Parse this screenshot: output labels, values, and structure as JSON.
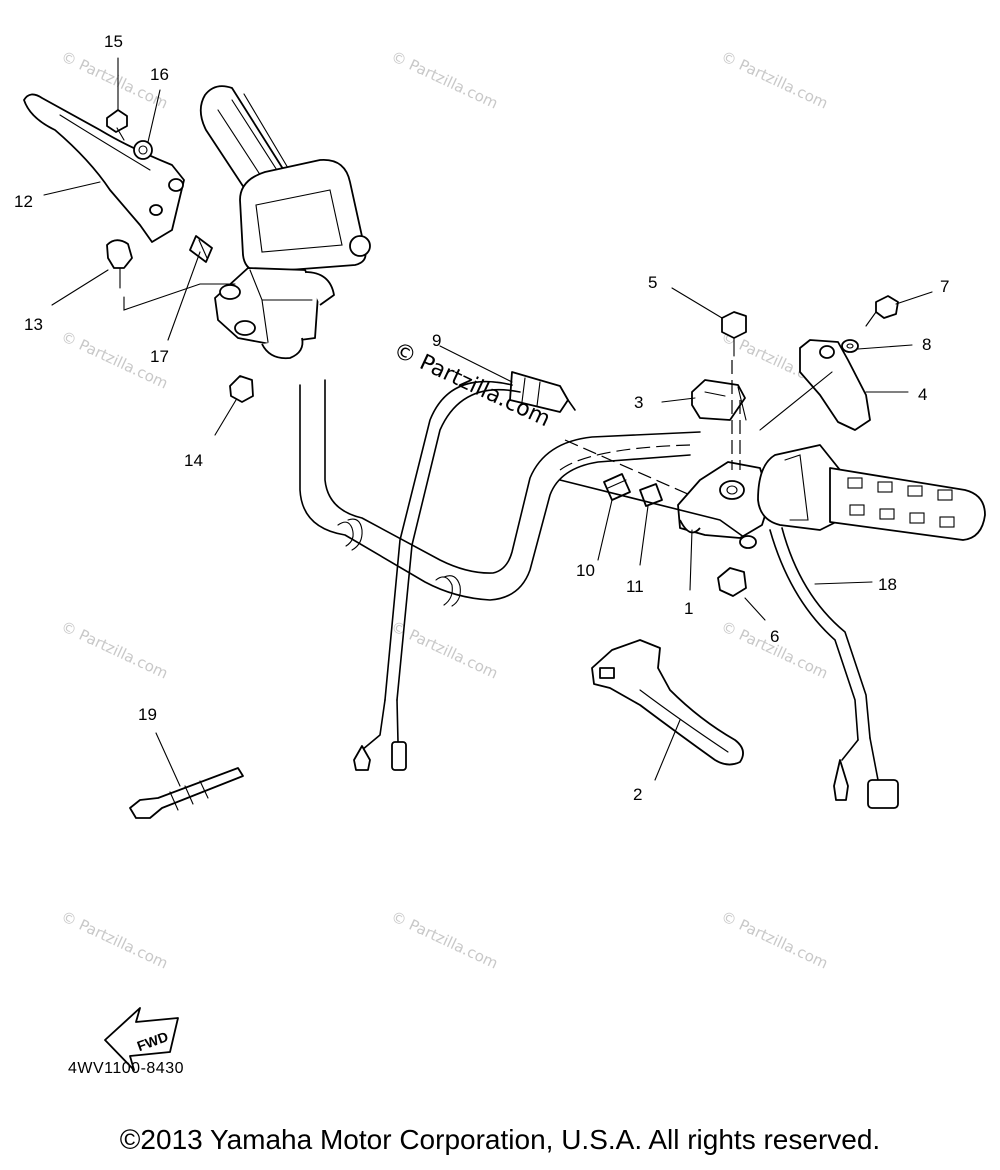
{
  "callouts": [
    "1",
    "2",
    "3",
    "4",
    "5",
    "6",
    "7",
    "8",
    "9",
    "10",
    "11",
    "12",
    "13",
    "14",
    "15",
    "16",
    "17",
    "18",
    "19"
  ],
  "watermark": "© Partzilla.com",
  "diagram_code": "4WV1100-8430",
  "fwd_label": "FWD",
  "copyright": "©2013 Yamaha Motor Corporation, U.S.A. All rights reserved."
}
